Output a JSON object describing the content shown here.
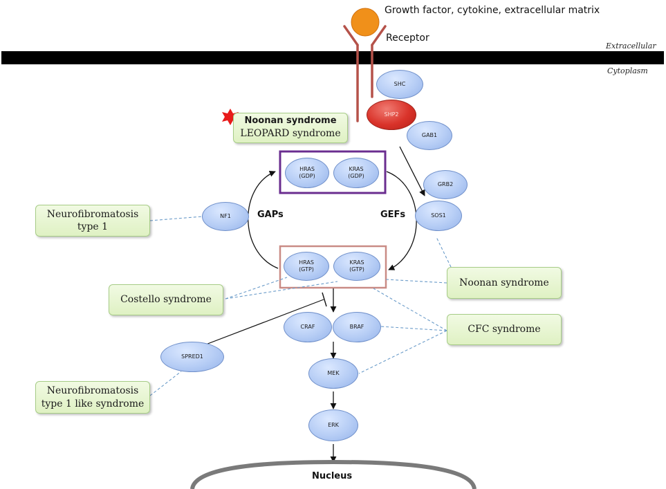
{
  "texts": {
    "ligand": "Growth factor, cytokine, extracellular matrix",
    "receptor": "Receptor",
    "extracellular": "Extracellular",
    "cytoplasm": "Cytoplasm",
    "gaps": "GAPs",
    "gefs": "GEFs",
    "nucleus": "Nucleus"
  },
  "nodes": {
    "shc": "SHC",
    "shp2": "SHP2",
    "gab1": "GAB1",
    "grb2": "GRB2",
    "sos1": "SOS1",
    "nf1": "NF1",
    "hras_gdp": "HRAS\n(GDP)",
    "kras_gdp": "KRAS\n(GDP)",
    "hras_gtp": "HRAS\n(GTP)",
    "kras_gtp": "KRAS\n(GTP)",
    "craf": "CRAF",
    "braf": "BRAF",
    "mek": "MEK",
    "erk": "ERK",
    "spred1": "SPRED1"
  },
  "syndromes": {
    "noonan_top_line1": "Noonan syndrome",
    "noonan_top_line2": "LEOPARD syndrome",
    "nf1_line1": "Neurofibromatosis",
    "nf1_line2": "type 1",
    "costello": "Costello syndrome",
    "noonan": "Noonan syndrome",
    "cfc": "CFC syndrome",
    "nf1like_line1": "Neurofibromatosis",
    "nf1like_line2": "type 1 like syndrome"
  },
  "colors": {
    "membrane": "#000000",
    "receptor": "#b5524a",
    "ligand": "#f0901a",
    "gdp_frame": "#6a2d8f",
    "gtp_frame": "#c98b85",
    "dashed_link": "#6a9bc9",
    "star": "#e81b1b",
    "nucleus": "#7a7a7a"
  }
}
